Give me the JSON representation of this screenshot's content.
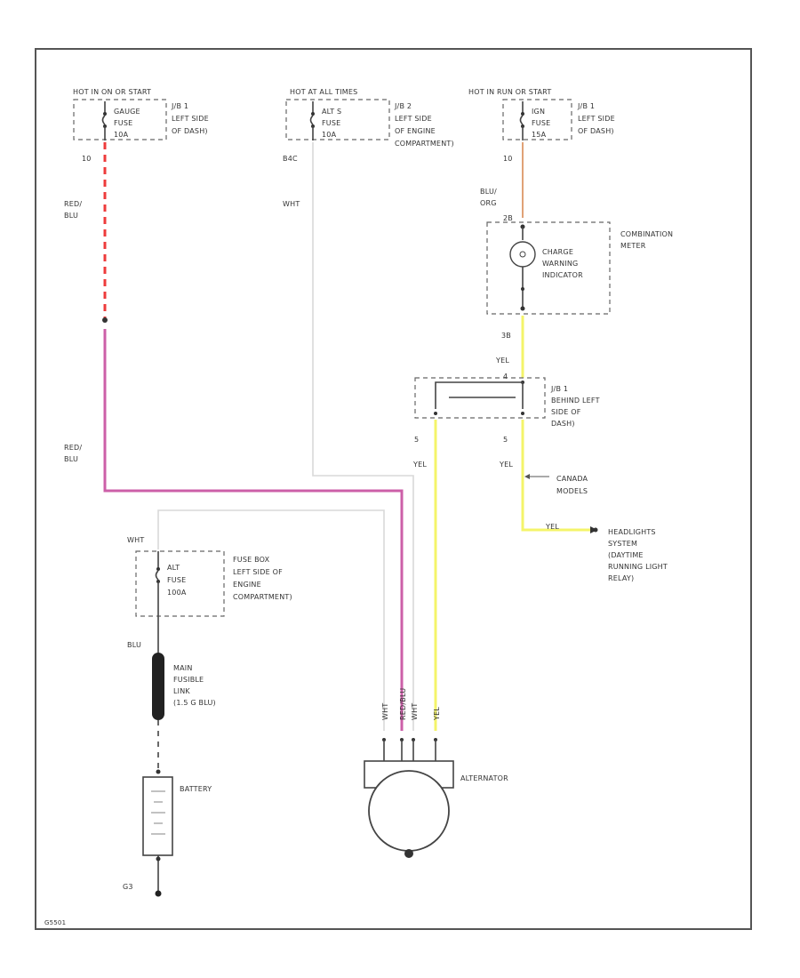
{
  "colors": {
    "red_blu_dashed": "#ee3b3b",
    "red_blu_solid": "#cc5fa8",
    "yel": "#f4f46a",
    "blu_org": "#d98b55",
    "wht": "#d8d8d8",
    "black": "#333333"
  },
  "fuses": {
    "left": {
      "header": "HOT IN ON OR START",
      "box": [
        "J/B 1",
        "LEFT SIDE",
        "OF DASH)"
      ],
      "fuse": [
        "GAUGE",
        "FUSE",
        "10A"
      ],
      "pin": "10"
    },
    "middle": {
      "header": "HOT AT ALL TIMES",
      "box": [
        "J/B 2",
        "LEFT SIDE",
        "OF ENGINE",
        "COMPARTMENT)"
      ],
      "fuse": [
        "ALT S",
        "FUSE",
        "10A"
      ],
      "pin": "B4C"
    },
    "right": {
      "header": "HOT IN RUN OR START",
      "box": [
        "J/B 1",
        "LEFT SIDE",
        "OF DASH)"
      ],
      "fuse": [
        "IGN",
        "FUSE",
        "15A"
      ],
      "pin": "10"
    }
  },
  "wires": {
    "red_blu_top": [
      "RED/",
      "BLU"
    ],
    "red_blu_mid": [
      "RED/",
      "BLU"
    ],
    "wht_mid": "WHT",
    "blu_org": [
      "BLU/",
      "ORG"
    ],
    "yel_1": "YEL",
    "yel_2": "YEL",
    "yel_3": "YEL",
    "yel_4": "YEL",
    "wht_fuse": "WHT",
    "blu_link": "BLU",
    "alt_term_1": "WHT",
    "alt_term_2": "WHT",
    "alt_term_3": "RED/BLU",
    "alt_term_4": "YEL"
  },
  "pins": {
    "meter_top": "2B",
    "meter_bottom": "3B",
    "jb_top": "4",
    "jb_left": "5",
    "jb_right": "5"
  },
  "components": {
    "combination_meter": [
      "COMBINATION",
      "METER"
    ],
    "charge_indicator": [
      "CHARGE",
      "WARNING",
      "INDICATOR"
    ],
    "jb_dash": [
      "J/B 1",
      "BEHIND LEFT",
      "SIDE OF",
      "DASH)"
    ],
    "canada_models": [
      "CANADA",
      "MODELS"
    ],
    "headlight_relay": [
      "HEADLIGHTS",
      "SYSTEM",
      "(DAYTIME",
      "RUNNING LIGHT",
      "RELAY)"
    ],
    "fuse_box_main": [
      "FUSE BOX",
      "LEFT SIDE OF",
      "ENGINE",
      "COMPARTMENT)"
    ],
    "alt_fuse": [
      "ALT",
      "FUSE",
      "100A"
    ],
    "fusible_link": [
      "MAIN",
      "FUSIBLE",
      "LINK",
      "(1.5 G BLU)"
    ],
    "battery": "BATTERY",
    "alternator": "ALTERNATOR",
    "ground": "G3"
  },
  "footer_code": "G5501"
}
